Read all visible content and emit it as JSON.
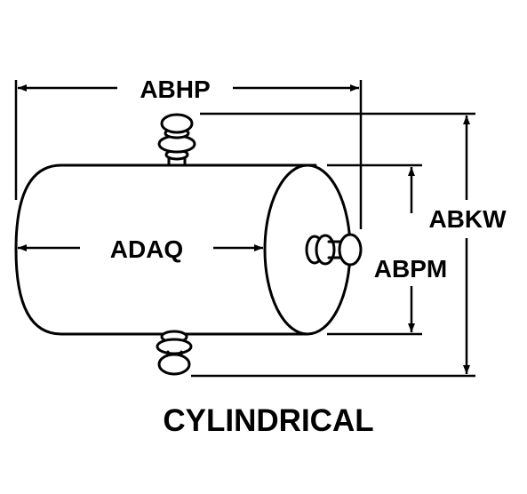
{
  "dimensions": {
    "overall_length": "ABHP",
    "body_length": "ADAQ",
    "body_diameter": "ABPM",
    "overall_height": "ABKW"
  },
  "caption": "CYLINDRICAL",
  "colors": {
    "stroke": "#000000",
    "background": "#ffffff"
  }
}
